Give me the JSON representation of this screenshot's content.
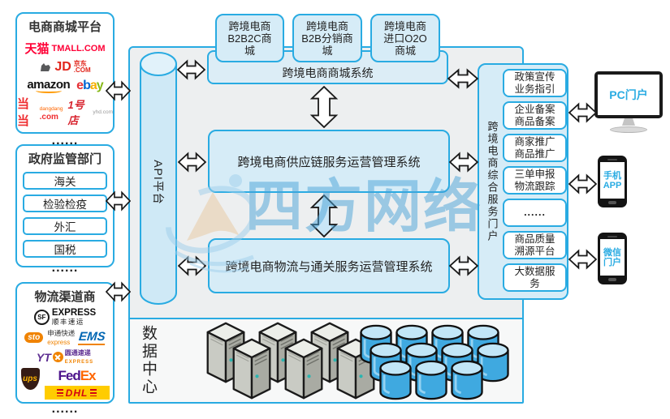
{
  "watermark": {
    "text": "四方网络"
  },
  "left_panels": {
    "mall": {
      "title": "电商商城平台",
      "tmall_cn": "天猫",
      "tmall_en": "TMALL.COM",
      "jd_en": "JD",
      "jd_cn": "京东",
      "jd_sub": ".COM",
      "amazon": "amazon",
      "ebay": [
        "e",
        "b",
        "a",
        "y"
      ],
      "dang_cn": "当当",
      "dang_sub": "dangdang",
      "dang_com": ".com",
      "yhd_cn": "1号店",
      "yhd_sub": "yhd.com",
      "more": "......"
    },
    "gov": {
      "title": "政府监管部门",
      "items": [
        "海关",
        "检验检疫",
        "外汇",
        "国税"
      ],
      "more": "......"
    },
    "logistics": {
      "title": "物流渠道商",
      "sf_abbr": "SF",
      "sf_en": "EXPRESS",
      "sf_cn": "顺丰速运",
      "sto_en": "sto",
      "sto_cn": "申通快递",
      "sto_sub": "express",
      "ems": "EMS",
      "yto_abbr": "YT",
      "yto_cn": "圆通速递",
      "yto_sub": "EXPRESS",
      "ups": "ups",
      "fedex_fed": "Fed",
      "fedex_ex": "Ex",
      "dhl": "DHL",
      "more": "......"
    }
  },
  "api_platform": {
    "label": "API平台"
  },
  "mall_system": {
    "label": "跨境电商商城系统",
    "boxes": [
      "跨境电商B2B2C商城",
      "跨境电商B2B分销商城",
      "跨境电商进口O2O商城"
    ]
  },
  "systems": {
    "supply_chain": "跨境电商供应链服务运营管理系统",
    "logistics_customs": "跨境电商物流与通关服务运营管理系统"
  },
  "portal": {
    "label": "跨境电商综合服务门户",
    "items": [
      "政策宣传业务指引",
      "企业备案商品备案",
      "商家推广商品推广",
      "三单申报物流跟踪",
      "......",
      "商品质量溯源平台",
      "大数据服务"
    ]
  },
  "devices": {
    "pc": "PC门户",
    "app": "手机APP",
    "wechat": "微信门户"
  },
  "data_center": {
    "label": "数据中心"
  },
  "colors": {
    "accent": "#29abe2",
    "box_fill": "#d6ecf7",
    "container_fill": "#edeff0",
    "tmall_red": "#ff0036",
    "jd_red": "#e1251b",
    "ems_blue": "#0066b3",
    "sto_orange": "#f08300",
    "yto_purple": "#5c2d91",
    "ups_brown": "#351c15",
    "ups_gold": "#ffb500",
    "fedex_purple": "#4d148c",
    "fedex_orange": "#ff6600",
    "dhl_yellow": "#ffcc00",
    "dhl_red": "#d40511"
  }
}
